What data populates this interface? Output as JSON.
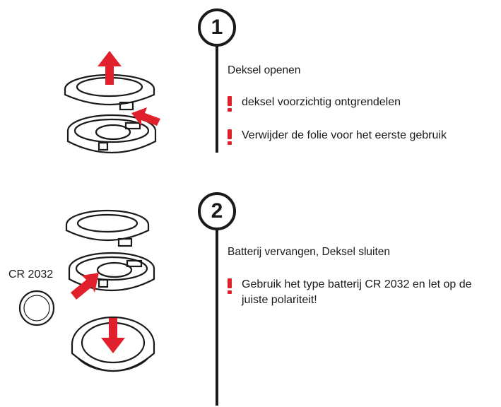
{
  "steps": [
    {
      "number": "1",
      "title": "Deksel openen",
      "notes": [
        "deksel voorzichtig ontgrendelen",
        "Verwijder de folie voor het eerste gebruik"
      ]
    },
    {
      "number": "2",
      "title": "Batterij vervangen, Deksel sluiten",
      "notes": [
        "Gebruik het type batterij CR 2032 en let op de juiste polariteit!"
      ]
    }
  ],
  "battery_label": "CR 2032",
  "colors": {
    "accent": "#e0202a",
    "ink": "#1a1a1a"
  }
}
